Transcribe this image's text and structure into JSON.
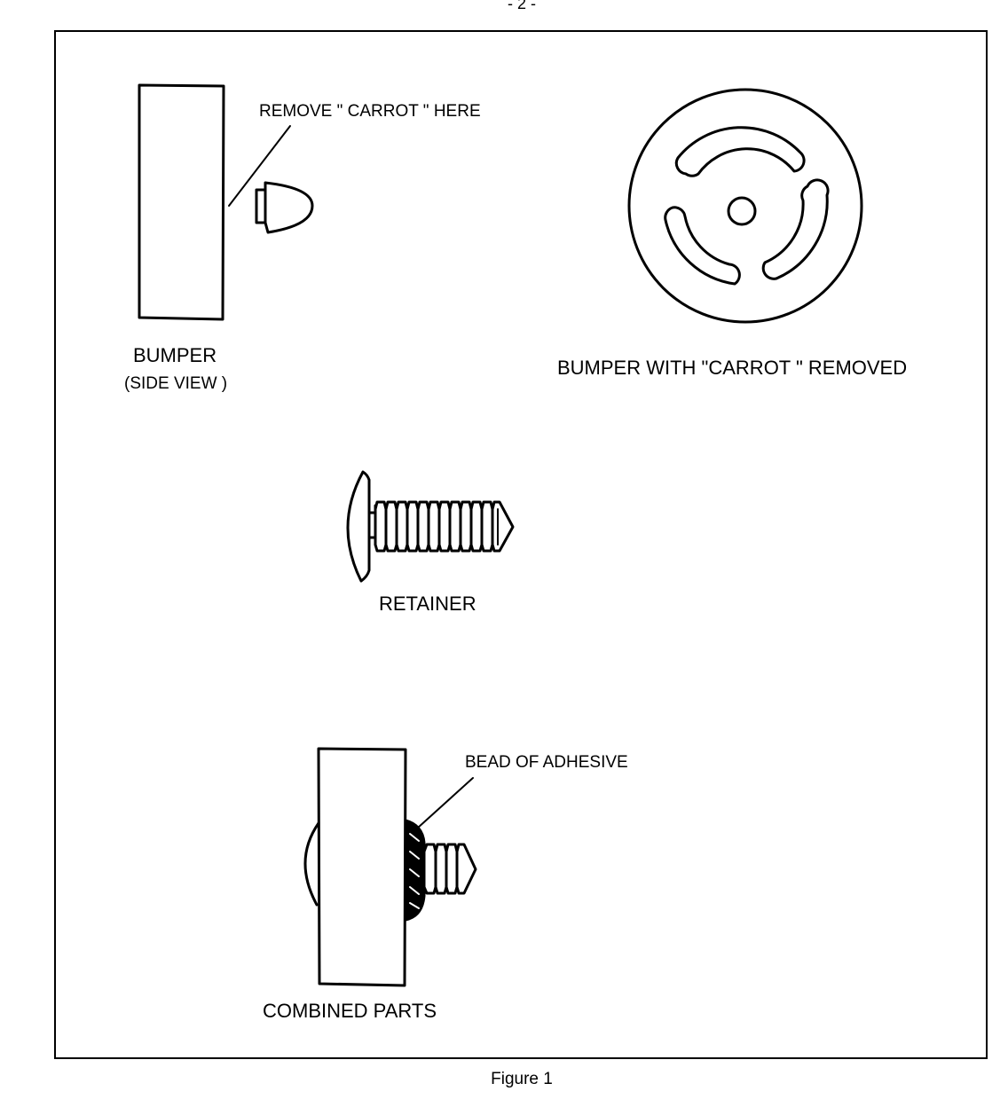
{
  "page": {
    "number": "- 2 -"
  },
  "labels": {
    "remove_carrot_here": "REMOVE \" CARROT \" HERE",
    "bumper": "BUMPER",
    "side_view": "(SIDE VIEW )",
    "bumper_with_carrot_removed": "BUMPER WITH \"CARROT \" REMOVED",
    "retainer": "RETAINER",
    "bead_of_adhesive": "BEAD OF ADHESIVE",
    "combined_parts": "COMBINED PARTS"
  },
  "caption": "Figure 1"
}
